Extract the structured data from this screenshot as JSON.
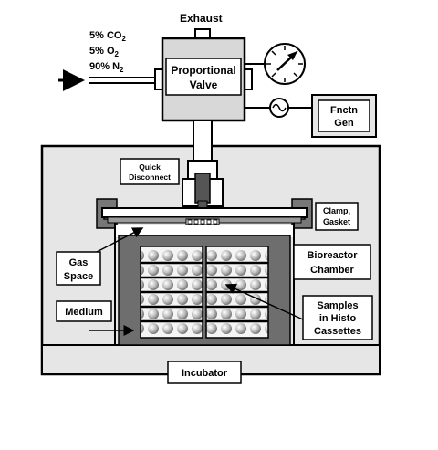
{
  "labels": {
    "exhaust": "Exhaust",
    "gas_co2": "5% CO",
    "gas_co2_sub": "2",
    "gas_o2": "5% O",
    "gas_o2_sub": "2",
    "gas_n2": "90% N",
    "gas_n2_sub": "2",
    "valve_line1": "Proportional",
    "valve_line2": "Valve",
    "fg_line1": "Fnctn",
    "fg_line2": "Gen",
    "qd_line1": "Quick",
    "qd_line2": "Disconnect",
    "clamp_line1": "Clamp,",
    "clamp_line2": "Gasket",
    "gas_space_line1": "Gas",
    "gas_space_line2": "Space",
    "bioreactor_line1": "Bioreactor",
    "bioreactor_line2": "Chamber",
    "medium": "Medium",
    "samples_line1": "Samples",
    "samples_line2": "in Histo",
    "samples_line3": "Cassettes",
    "incubator": "Incubator"
  },
  "icons": {
    "pressure_gauge": "gauge-icon",
    "sine_wave": "sine-wave-icon",
    "inlet_arrow": "arrow-right-icon"
  }
}
